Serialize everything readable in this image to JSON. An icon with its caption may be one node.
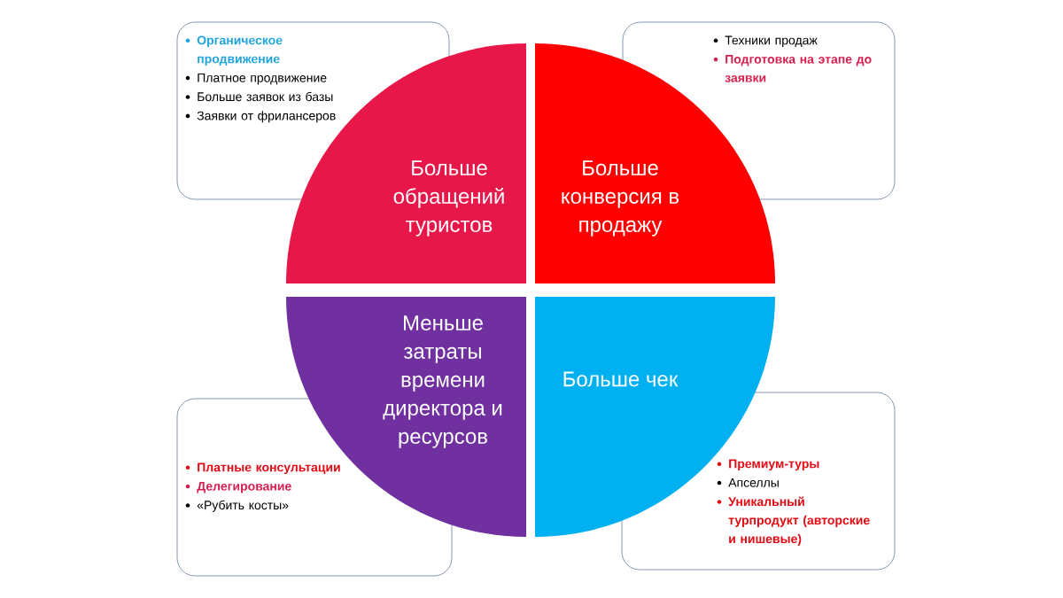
{
  "diagram": {
    "nodes": [
      {
        "text": [
          "Органическое продвижение",
          "Платное продвижение",
          "Больше заявок из базы",
          "Заявки от фрилансеров"
        ]
      },
      {
        "text": [
          "Техники продаж",
          "Подготовка на этапе до заявки"
        ]
      },
      {
        "text": [
          "Больше обращений туристов"
        ]
      },
      {
        "text": [
          "Больше конверсия в продажу"
        ]
      },
      {
        "text": [
          "Меньше затраты времени директора и ресурсов"
        ]
      },
      {
        "text": [
          "Больше чек"
        ]
      },
      {
        "text": [
          "Платные консультации",
          "Делегирование",
          "«Рубить косты»"
        ]
      },
      {
        "text": [
          "Премиум-туры",
          "Апселлы",
          "Уникальный турпродукт (авторские и нишевые)"
        ]
      }
    ]
  }
}
